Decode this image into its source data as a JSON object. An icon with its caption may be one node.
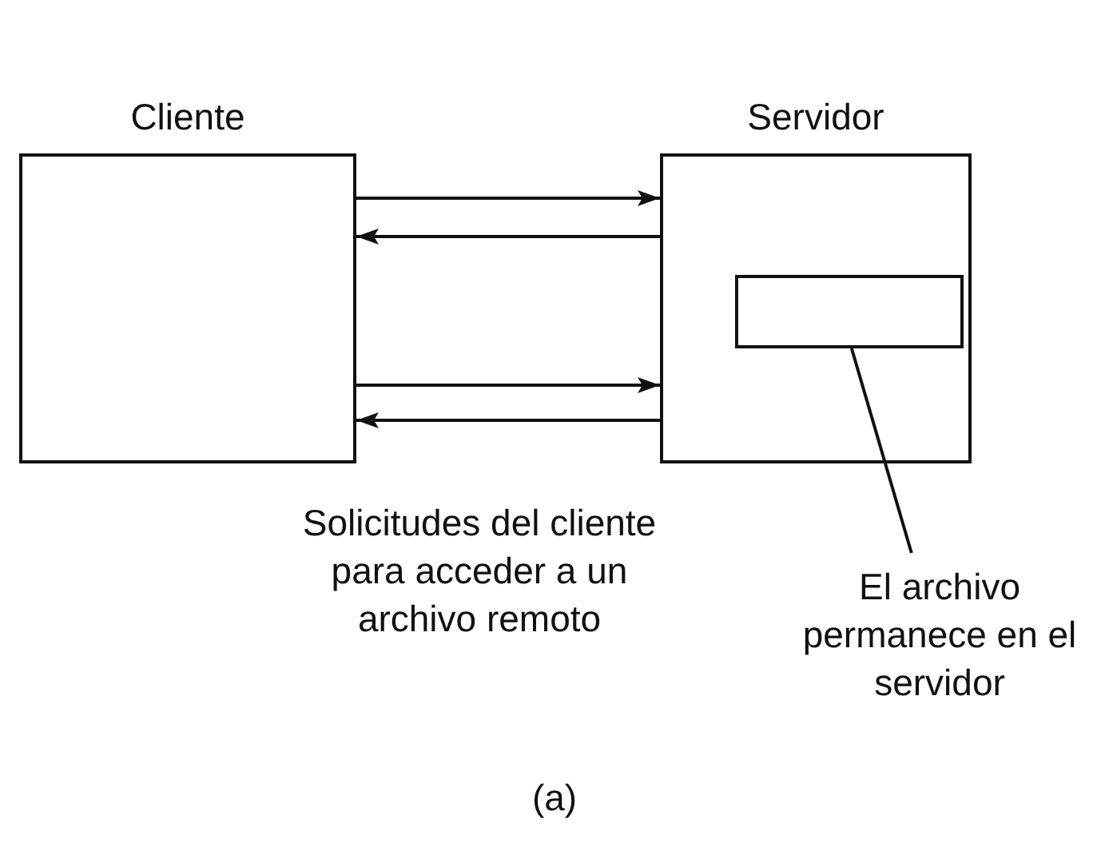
{
  "diagram": {
    "caption": "(a)",
    "nodes": [
      {
        "text": [
          "Cliente"
        ]
      },
      {
        "text": [
          "Servidor"
        ]
      },
      {
        "text": [],
        "shape": "box",
        "in": 1
      },
      {
        "text": [
          "El archivo permanece en el servidor"
        ]
      }
    ],
    "edges": [
      {
        "from": 0,
        "to": 1,
        "arrow": "to"
      },
      {
        "from": 1,
        "to": 0,
        "arrow": "to"
      },
      {
        "from": 0,
        "to": 1,
        "arrow": "to"
      },
      {
        "from": 1,
        "to": 0,
        "arrow": "to"
      },
      {
        "from": 3,
        "to": 2,
        "arrow": "none"
      }
    ],
    "labels": [
      "Solicitudes del cliente para acceder a un archivo remoto"
    ]
  }
}
